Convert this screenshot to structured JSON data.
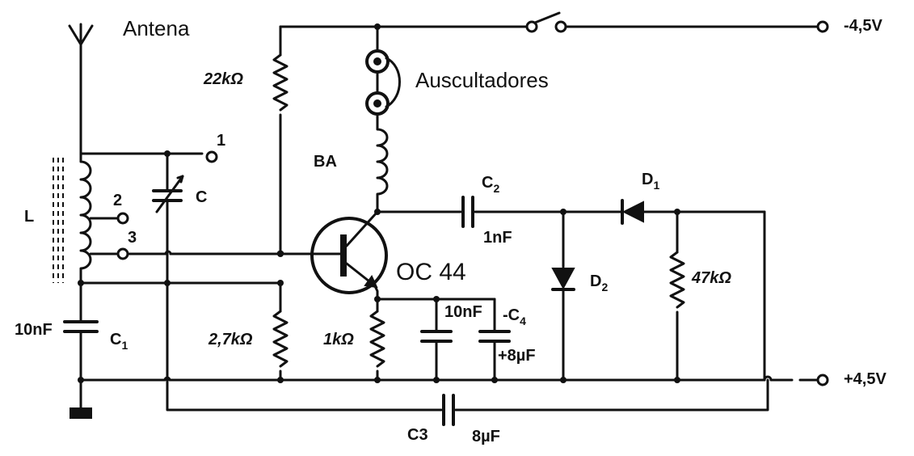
{
  "labels": {
    "antenna": "Antena",
    "headphones": "Auscultadores",
    "supply_neg": "-4,5V",
    "supply_pos": "+4,5V",
    "coil": "L",
    "tuning_cap": "C",
    "choke": "BA",
    "transistor": "OC 44",
    "r_bias_top": "22kΩ",
    "r_bias_bottom": "2,7kΩ",
    "r_emitter": "1kΩ",
    "r_load": "47kΩ",
    "c1_name": "C",
    "c1_sub": "1",
    "c1_value": "10nF",
    "c2_name": "C",
    "c2_sub": "2",
    "c2_value": "1nF",
    "c3_name": "C3",
    "c3_value": "8µF",
    "c4_name": "-C",
    "c4_sub": "4",
    "c4_value": "+8µF",
    "c_emitter_value": "10nF",
    "d1_name": "D",
    "d1_sub": "1",
    "d2_name": "D",
    "d2_sub": "2",
    "tap1": "1",
    "tap2": "2",
    "tap3": "3"
  }
}
